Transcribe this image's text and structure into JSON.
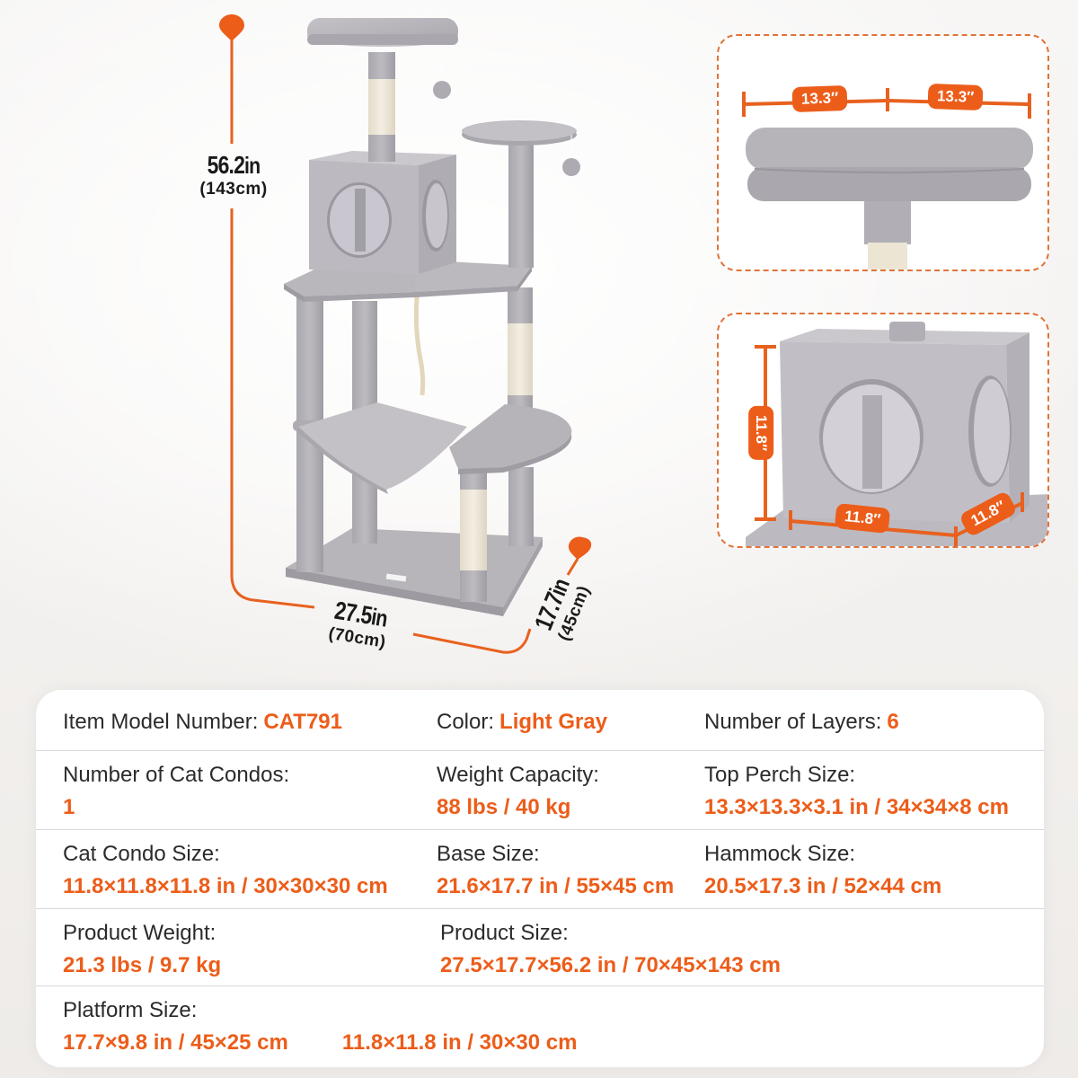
{
  "dimensions": {
    "height": {
      "main": "56.2",
      "unit": "in",
      "sub": "(143cm)"
    },
    "width": {
      "main": "27.5",
      "unit": "in",
      "sub": "(70cm)"
    },
    "depth": {
      "main": "17.7",
      "unit": "in",
      "sub": "(45cm)"
    }
  },
  "detail_panels": {
    "top_perch": {
      "left_measure": "13.3″",
      "right_measure": "13.3″"
    },
    "cat_condo": {
      "height_measure": "11.8″",
      "width_measure": "11.8″",
      "depth_measure": "11.8″"
    }
  },
  "specs": {
    "item_model_number": {
      "label": "Item Model Number:",
      "value": "CAT791"
    },
    "color": {
      "label": "Color:",
      "value": "Light Gray"
    },
    "number_of_layers": {
      "label": "Number of Layers:",
      "value": "6"
    },
    "number_of_cat_condos": {
      "label": "Number of Cat Condos:",
      "value": "1"
    },
    "weight_capacity": {
      "label": "Weight Capacity:",
      "value": "88 lbs / 40 kg"
    },
    "top_perch_size": {
      "label": "Top Perch Size:",
      "value": "13.3×13.3×3.1 in / 34×34×8 cm"
    },
    "cat_condo_size": {
      "label": "Cat Condo Size:",
      "value": "11.8×11.8×11.8 in / 30×30×30 cm"
    },
    "base_size": {
      "label": "Base Size:",
      "value": "21.6×17.7 in / 55×45 cm"
    },
    "hammock_size": {
      "label": "Hammock Size:",
      "value": "20.5×17.3 in / 52×44 cm"
    },
    "product_weight": {
      "label": "Product Weight:",
      "value": "21.3 lbs / 9.7 kg"
    },
    "product_size": {
      "label": "Product Size:",
      "value": "27.5×17.7×56.2 in / 70×45×143 cm"
    },
    "platform_size": {
      "label": "Platform Size:",
      "values": [
        "17.7×9.8 in / 45×25 cm",
        "11.8×11.8 in / 30×30 cm"
      ]
    }
  },
  "colors": {
    "accent": "#ec5d1a",
    "dimension_line": "#e8611f",
    "fabric_gray": "#b5b3b8",
    "sisal": "#ede6d6",
    "label_text": "#2b2b2b"
  }
}
